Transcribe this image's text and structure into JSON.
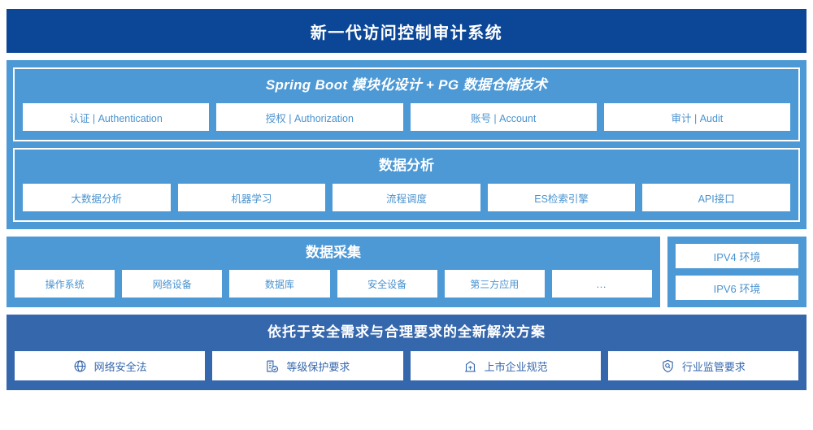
{
  "header": {
    "title": "新一代访问控制审计系统"
  },
  "platform": {
    "title": "Spring Boot 模块化设计 + PG 数据仓储技术",
    "modules": [
      "认证 | Authentication",
      "授权 | Authorization",
      "账号 | Account",
      "审计 | Audit"
    ]
  },
  "analysis": {
    "title": "数据分析",
    "modules": [
      "大数据分析",
      "机器学习",
      "流程调度",
      "ES检索引擎",
      "API接口"
    ]
  },
  "collection": {
    "title": "数据采集",
    "sources": [
      "操作系统",
      "网络设备",
      "数据库",
      "安全设备",
      "第三方应用",
      "…"
    ]
  },
  "environments": {
    "items": [
      "IPV4 环境",
      "IPV6 环境"
    ]
  },
  "compliance": {
    "title": "依托于安全需求与合理要求的全新解决方案",
    "items": [
      {
        "label": "网络安全法",
        "icon": "globe-icon"
      },
      {
        "label": "等级保护要求",
        "icon": "document-check-icon"
      },
      {
        "label": "上市企业规范",
        "icon": "building-icon"
      },
      {
        "label": "行业监管要求",
        "icon": "shield-search-icon"
      }
    ]
  },
  "colors": {
    "header_navy": "#0b4697",
    "panel_blue": "#4d99d6",
    "bottom_blue": "#3567ad",
    "chip_text": "#4a93cf",
    "chip_text_dark": "#3567ad",
    "white": "#ffffff"
  }
}
